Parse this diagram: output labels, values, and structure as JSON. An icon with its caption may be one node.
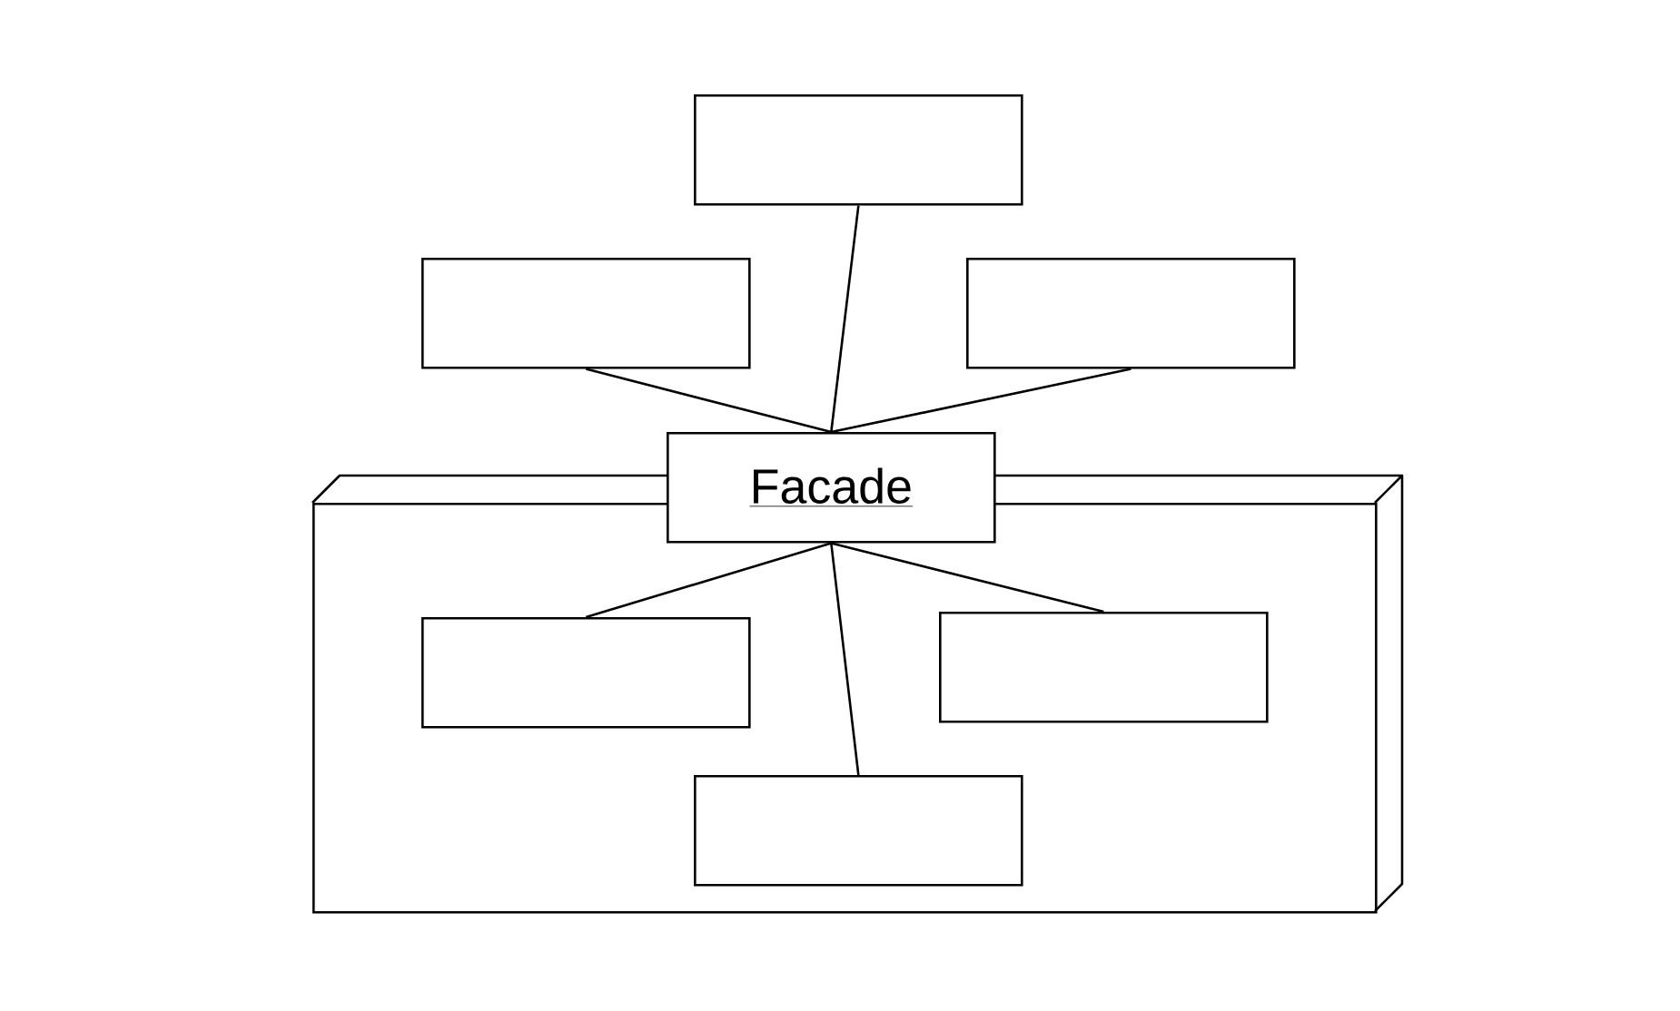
{
  "diagram": {
    "nodes": [
      {
        "text": [],
        "shape": "box"
      },
      {
        "text": [],
        "shape": "box"
      },
      {
        "text": [],
        "shape": "box"
      },
      {
        "text": [
          "Facade"
        ]
      },
      {
        "text": [],
        "shape": "box"
      },
      {
        "text": [],
        "shape": "box",
        "in": 4
      },
      {
        "text": [],
        "shape": "box",
        "in": 4
      },
      {
        "text": [],
        "shape": "box",
        "in": 4
      }
    ],
    "edges": [
      {
        "from": 3,
        "to": 0,
        "arrow": "none"
      },
      {
        "from": 3,
        "to": 1,
        "arrow": "none"
      },
      {
        "from": 3,
        "to": 2,
        "arrow": "none"
      },
      {
        "from": 3,
        "to": 5,
        "arrow": "none"
      },
      {
        "from": 3,
        "to": 6,
        "arrow": "none"
      },
      {
        "from": 3,
        "to": 7,
        "arrow": "none"
      }
    ]
  }
}
